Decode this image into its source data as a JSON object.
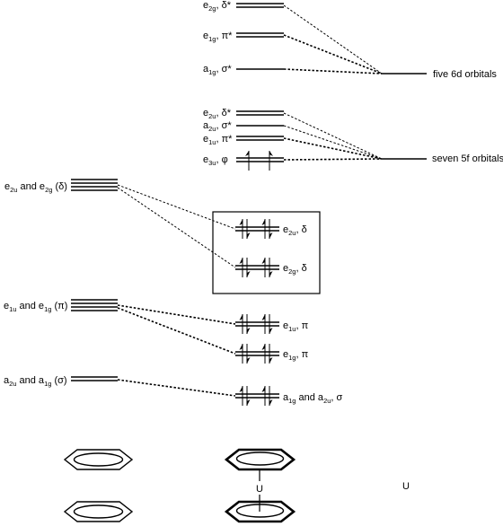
{
  "right_labels": {
    "e2g_dstar": {
      "base": "e",
      "sub": "2g",
      "rest": ", δ*"
    },
    "e1g_pistar": {
      "base": "e",
      "sub": "1g",
      "rest": ", π*"
    },
    "a1g_sigmastar": {
      "base": "a",
      "sub": "1g",
      "rest": ", σ*"
    },
    "e2u_dstar": {
      "base": "e",
      "sub": "2u",
      "rest": ", δ*"
    },
    "a2u_sigmastar": {
      "base": "a",
      "sub": "2u",
      "rest": ", σ*"
    },
    "e1u_pistar": {
      "base": "e",
      "sub": "1u",
      "rest": ", π*"
    },
    "e3u_phi": {
      "base": "e",
      "sub": "3u",
      "rest": ", φ"
    }
  },
  "metal_labels": {
    "five_6d": "five 6d orbitals",
    "seven_5f": "seven 5f orbitals"
  },
  "ligand_labels": {
    "delta": {
      "p1": "e",
      "s1": "2u",
      "mid": " and e",
      "s2": "2g",
      "end": " (δ)"
    },
    "pi": {
      "p1": "e",
      "s1": "1u",
      "mid": " and e",
      "s2": "1g",
      "end": " (π)"
    },
    "sigma": {
      "p1": "a",
      "s1": "2u",
      "mid": " and a",
      "s2": "1g",
      "end": " (σ)"
    }
  },
  "complex_labels": {
    "e2u_delta": {
      "base": "e",
      "sub": "2u",
      "rest": ", δ"
    },
    "e2g_delta": {
      "base": "e",
      "sub": "2g",
      "rest": ", δ"
    },
    "e1u_pi": {
      "base": "e",
      "sub": "1u",
      "rest": ", π"
    },
    "e1g_pi": {
      "base": "e",
      "sub": "1g",
      "rest": ", π"
    },
    "a1g_a2u_sigma": {
      "p1": "a",
      "s1": "1g",
      "mid": " and a",
      "s2": "2u",
      "end": ", σ"
    }
  },
  "structure_labels": {
    "sandwich_metal": "U",
    "free_metal": "U"
  }
}
